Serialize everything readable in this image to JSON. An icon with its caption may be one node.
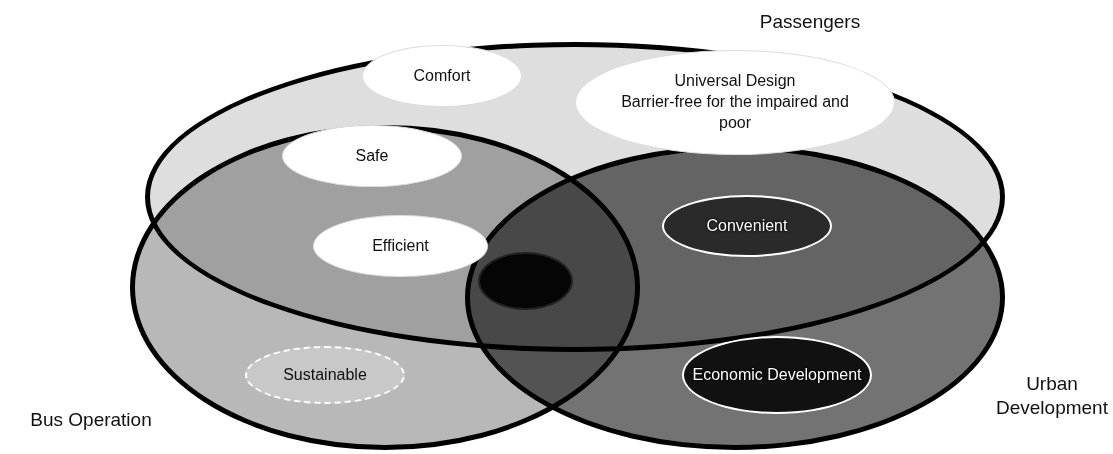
{
  "diagram": {
    "nodes": [
      {
        "text": [
          "Passengers"
        ]
      },
      {
        "text": [
          "Comfort"
        ],
        "in": 0
      },
      {
        "text": [
          "Universal Design",
          "Barrier-free for the impaired and poor"
        ],
        "in": 0
      },
      {
        "text": [
          "Safe"
        ]
      },
      {
        "text": [
          "Efficient"
        ]
      },
      {
        "text": [
          "Convenient"
        ]
      },
      {
        "text": [],
        "shape": "ellipse"
      },
      {
        "text": [
          "Bus Operation"
        ]
      },
      {
        "text": [
          "Sustainable"
        ],
        "in": 7
      },
      {
        "text": [
          "Urban Development"
        ]
      },
      {
        "text": [
          "Economic Development"
        ],
        "in": 9
      }
    ]
  }
}
